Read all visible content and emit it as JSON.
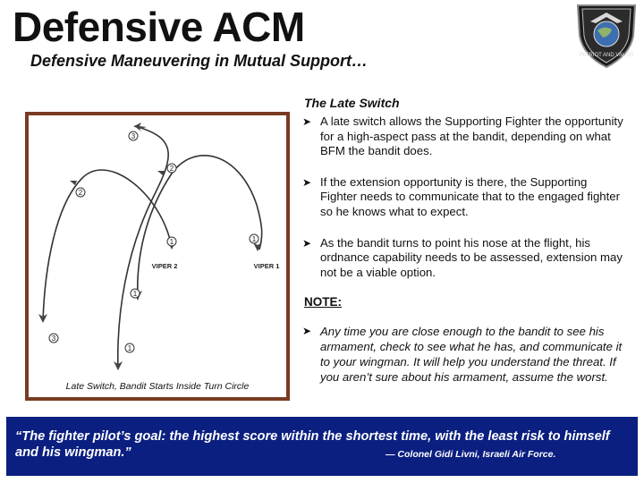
{
  "header": {
    "title": "Defensive ACM",
    "subtitle": "Defensive Maneuvering in Mutual Support…"
  },
  "emblem": {
    "icon": "air-force-shield-icon",
    "motto": "PATRIOT AND VALOR"
  },
  "section": {
    "heading": "The Late Switch"
  },
  "figure": {
    "caption": "Late Switch, Bandit Starts Inside Turn Circle",
    "labels": {
      "viper2": "VIPER 2",
      "viper1": "VIPER 1",
      "p1": "1",
      "p2": "2",
      "p3": "3"
    }
  },
  "bullets": [
    {
      "text": "A late switch allows the Supporting Fighter the opportunity for a high-aspect pass at the bandit, depending on what BFM the bandit does."
    },
    {
      "text": "If the extension opportunity is there, the Supporting Fighter needs to communicate that to the engaged fighter so he knows what to expect."
    },
    {
      "text": "As the bandit turns to point his nose at the flight, his ordnance capability needs to be assessed, extension may not be a viable option."
    }
  ],
  "note": {
    "label": "NOTE:",
    "text": "Any time you are close enough to the bandit to see his armament, check to see what he has, and communicate it to your wingman.  It will help you understand the threat.  If you aren’t sure about his armament, assume the worst."
  },
  "quote": {
    "text": "“The fighter pilot’s goal: the highest score within the shortest time, with the least risk to himself and his wingman.”",
    "attribution": "— Colonel Gidi Livni, Israeli Air Force."
  },
  "colors": {
    "quote_background": "#0a1f80",
    "figure_border": "#7a3b22"
  }
}
